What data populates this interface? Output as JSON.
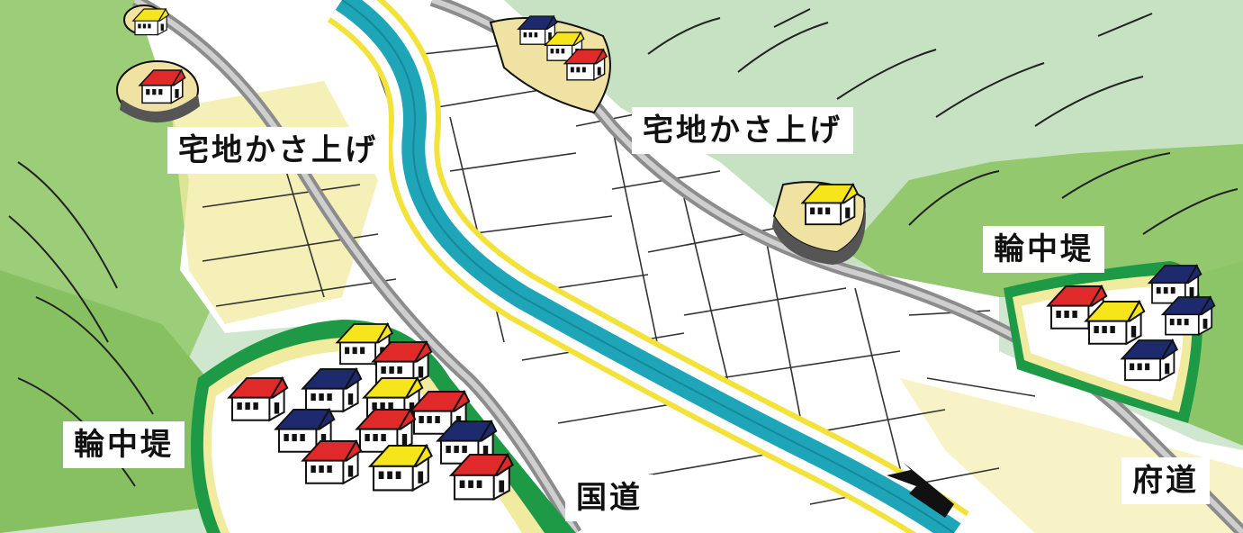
{
  "labels": {
    "raise_left": "宅地かさ上げ",
    "raise_right": "宅地かさ上げ",
    "ring_right": "輪中堤",
    "ring_left": "輪中堤",
    "national_road": "国道",
    "prefectural_road": "府道"
  },
  "colors": {
    "mountain_dark": "#8fc46a",
    "mountain_light": "#c9e3b0",
    "mountain_pale": "#d6ead6",
    "field": "#ffffff",
    "field_yellow": "#f1eba0",
    "river": "#1ea6b8",
    "embankment_yellow": "#f2e23a",
    "road_gray": "#9a9a9a",
    "levee_green": "#1e9a47",
    "raised_ground": "#f0e2a2",
    "roof_red": "#e02a2a",
    "roof_blue": "#1e2a6e",
    "roof_yellow": "#f5e51a"
  }
}
